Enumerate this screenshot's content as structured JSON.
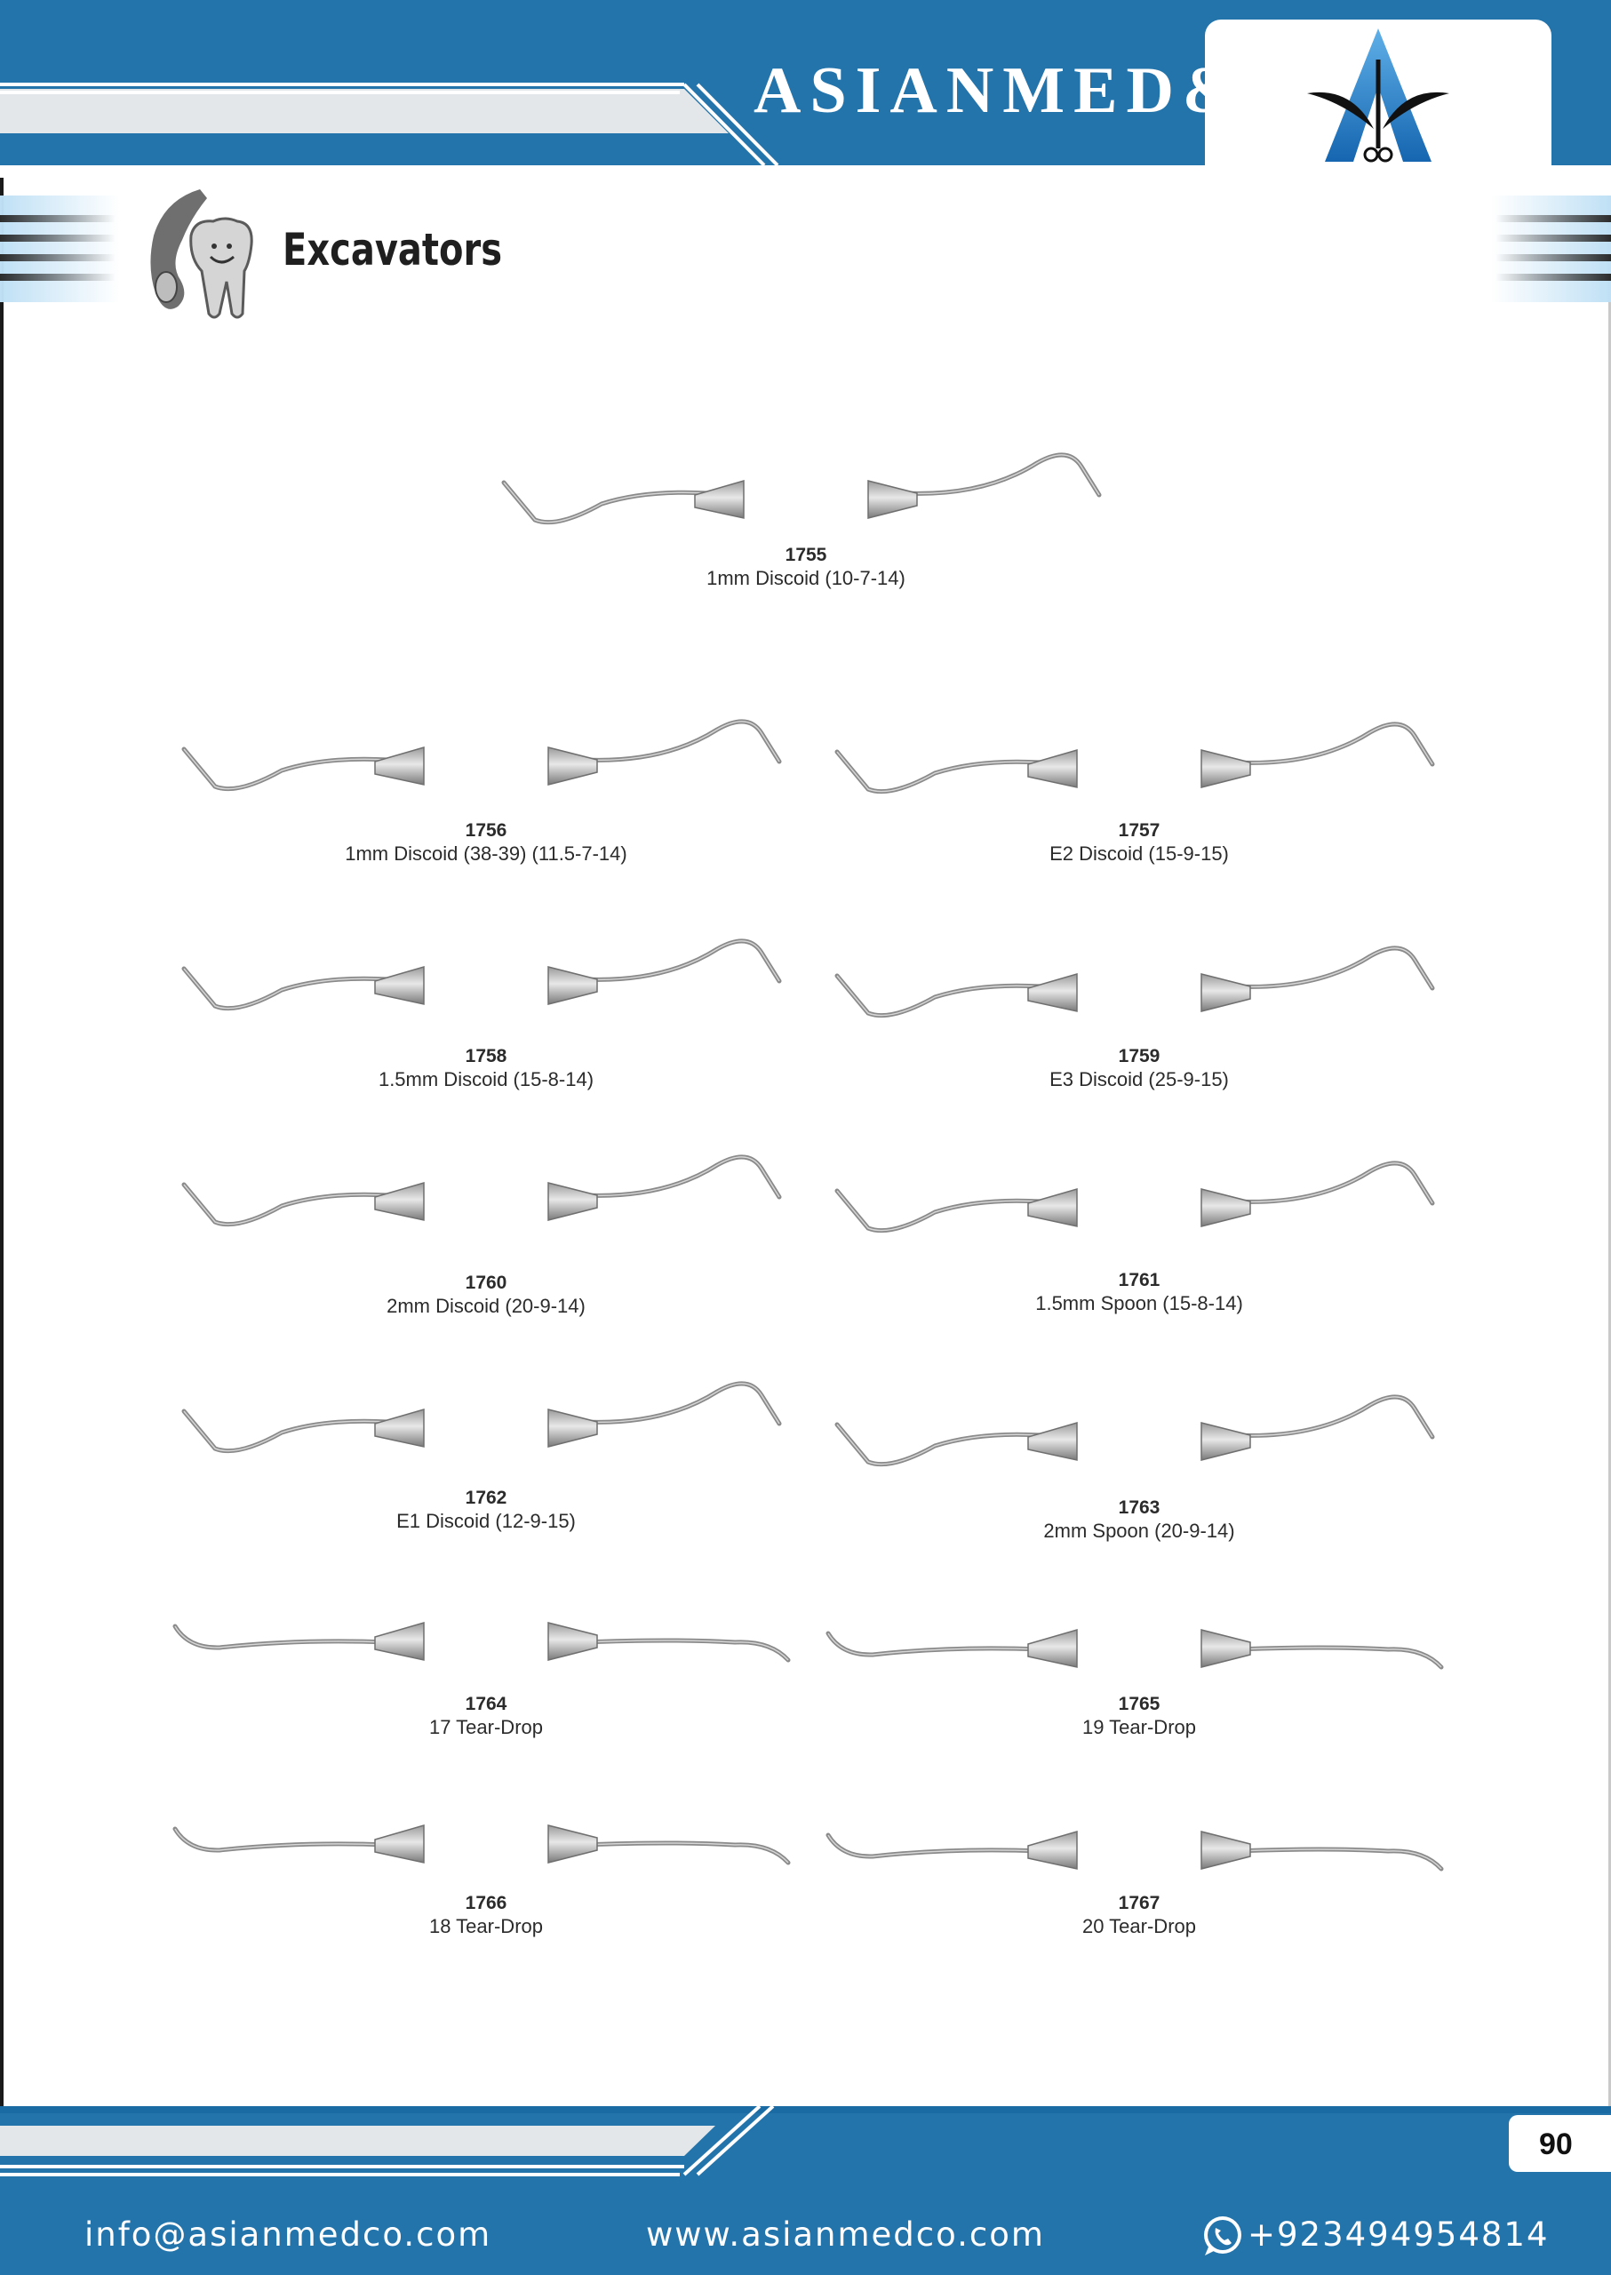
{
  "header": {
    "brand": "ASIANMED&CO"
  },
  "section": {
    "title": "Excavators",
    "icon": "tooth-with-excavator-icon"
  },
  "products": [
    {
      "code": "1755",
      "desc": "1mm Discoid (10-7-14)"
    },
    {
      "code": "1756",
      "desc": "1mm Discoid (38-39) (11.5-7-14)"
    },
    {
      "code": "1757",
      "desc": "E2 Discoid (15-9-15)"
    },
    {
      "code": "1758",
      "desc": "1.5mm Discoid (15-8-14)"
    },
    {
      "code": "1759",
      "desc": "E3 Discoid (25-9-15)"
    },
    {
      "code": "1760",
      "desc": "2mm Discoid (20-9-14)"
    },
    {
      "code": "1761",
      "desc": "1.5mm Spoon (15-8-14)"
    },
    {
      "code": "1762",
      "desc": "E1 Discoid (12-9-15)"
    },
    {
      "code": "1763",
      "desc": "2mm Spoon (20-9-14)"
    },
    {
      "code": "1764",
      "desc": "17 Tear-Drop"
    },
    {
      "code": "1765",
      "desc": "19 Tear-Drop"
    },
    {
      "code": "1766",
      "desc": "18 Tear-Drop"
    },
    {
      "code": "1767",
      "desc": "20 Tear-Drop"
    }
  ],
  "footer": {
    "page": "90",
    "email": "info@asianmedco.com",
    "website": "www.asianmedco.com",
    "phone": "+923494954814",
    "phone_icon": "whatsapp-icon"
  },
  "colors": {
    "brand_blue": "#2474ac",
    "band_grey": "#e3e7ea"
  }
}
